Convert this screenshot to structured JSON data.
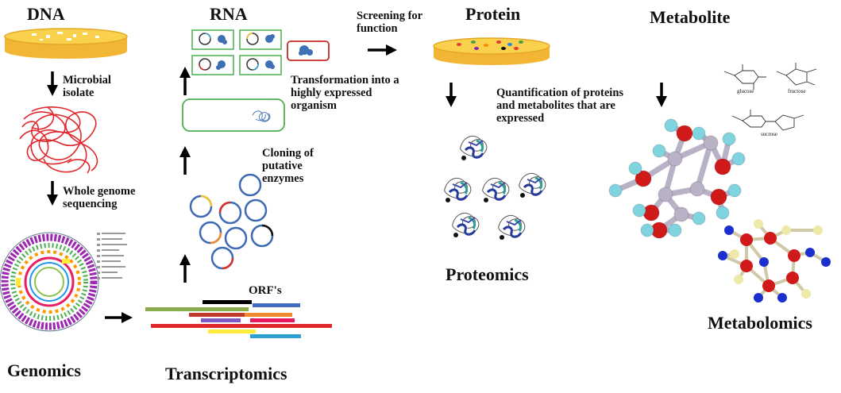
{
  "headers": {
    "dna": "DNA",
    "rna": "RNA",
    "protein": "Protein",
    "metabolite": "Metabolite"
  },
  "omics": {
    "genomics": "Genomics",
    "transcriptomics": "Transcriptomics",
    "proteomics": "Proteomics",
    "metabolomics": "Metabolomics"
  },
  "steps": {
    "microbial_isolate": "Microbial isolate",
    "whole_genome": "Whole genome sequencing",
    "orfs": "ORF's",
    "cloning": "Cloning of putative enzymes",
    "transformation": "Transformation into a highly expressed organism",
    "screening": "Screening for function",
    "quantification": "Quantification of proteins and metabolites that are expressed"
  },
  "structure_labels": {
    "glucose": "glucose",
    "fructose": "fructose",
    "sucrose": "sucrose"
  },
  "colors": {
    "petri_fill": "#f6c64a",
    "petri_rim": "#e5a825",
    "dna_strand": "#e0272b",
    "box_border": "#4caf50",
    "box_border_red": "#c62828",
    "plasmid_blue": "#4a7fbf",
    "orf_colors": [
      "#000000",
      "#3f6cbf",
      "#8aab4b",
      "#f08a2c",
      "#c0392b",
      "#7e57c2",
      "#e6195f",
      "#1a1a1a",
      "#ffeb3b",
      "#2f9ed1"
    ],
    "atom_red": "#d01a1a",
    "atom_cyan": "#7fd4df",
    "atom_blue": "#1b2fcf",
    "atom_cream": "#eee8a9",
    "bond_grey": "#b9b2c7"
  }
}
